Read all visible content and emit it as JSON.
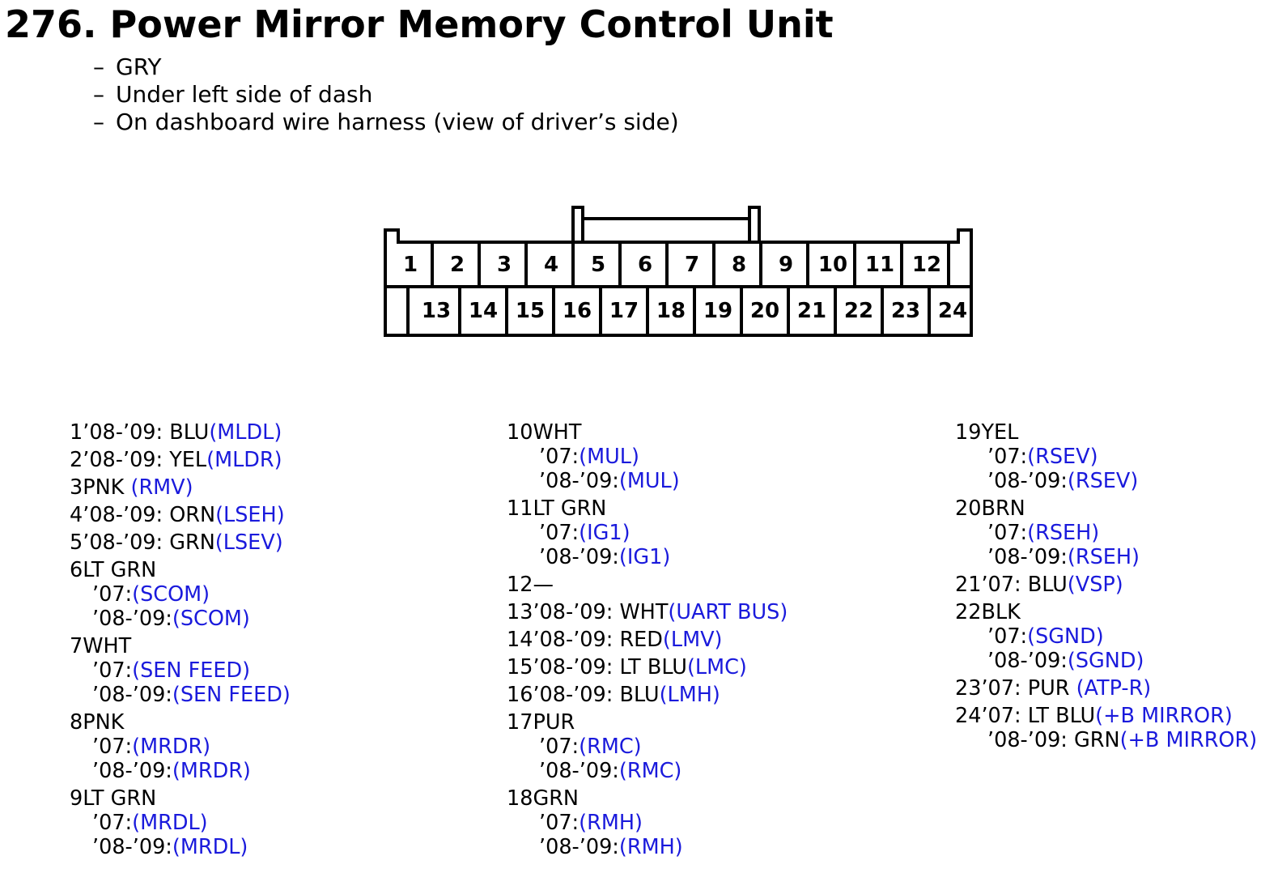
{
  "title": "276. Power Mirror Memory Control Unit",
  "notes": [
    "GRY",
    "Under left side of dash",
    "On dashboard wire harness (view of driver’s side)"
  ],
  "note_dash": "–",
  "connector": {
    "pins_top": [
      "1",
      "2",
      "3",
      "4",
      "5",
      "6",
      "7",
      "8",
      "9",
      "10",
      "11",
      "12"
    ],
    "pins_bottom": [
      "13",
      "14",
      "15",
      "16",
      "17",
      "18",
      "19",
      "20",
      "21",
      "22",
      "23",
      "24"
    ]
  },
  "columns": [
    [
      {
        "lines": [
          {
            "text": "1’08-’09: BLU",
            "signal": "(MLDL)"
          }
        ]
      },
      {
        "lines": [
          {
            "text": "2’08-’09: YEL",
            "signal": "(MLDR)"
          }
        ]
      },
      {
        "lines": [
          {
            "text": "3PNK ",
            "signal": "(RMV)"
          }
        ]
      },
      {
        "lines": [
          {
            "text": "4’08-’09: ORN",
            "signal": "(LSEH)"
          }
        ]
      },
      {
        "lines": [
          {
            "text": "5’08-’09: GRN",
            "signal": "(LSEV)"
          }
        ]
      },
      {
        "lines": [
          {
            "text": "6LT GRN",
            "signal": ""
          },
          {
            "text": "’07:",
            "signal": "(SCOM)",
            "sub": true
          },
          {
            "text": "’08-’09:",
            "signal": "(SCOM)",
            "sub": true
          }
        ]
      },
      {
        "lines": [
          {
            "text": "7WHT",
            "signal": ""
          },
          {
            "text": "’07:",
            "signal": "(SEN FEED)",
            "sub": true
          },
          {
            "text": "’08-’09:",
            "signal": "(SEN FEED)",
            "sub": true
          }
        ]
      },
      {
        "lines": [
          {
            "text": "8PNK",
            "signal": ""
          },
          {
            "text": "’07:",
            "signal": "(MRDR)",
            "sub": true
          },
          {
            "text": "’08-’09:",
            "signal": "(MRDR)",
            "sub": true
          }
        ]
      },
      {
        "lines": [
          {
            "text": "9LT GRN",
            "signal": ""
          },
          {
            "text": "’07:",
            "signal": "(MRDL)",
            "sub": true
          },
          {
            "text": "’08-’09:",
            "signal": "(MRDL)",
            "sub": true
          }
        ]
      }
    ],
    [
      {
        "lines": [
          {
            "text": "10WHT",
            "signal": ""
          },
          {
            "text": "’07:",
            "signal": "(MUL)",
            "sub": true
          },
          {
            "text": "’08-’09:",
            "signal": "(MUL)",
            "sub": true
          }
        ]
      },
      {
        "lines": [
          {
            "text": "11LT GRN",
            "signal": ""
          },
          {
            "text": "’07:",
            "signal": "(IG1)",
            "sub": true
          },
          {
            "text": "’08-’09:",
            "signal": "(IG1)",
            "sub": true
          }
        ]
      },
      {
        "lines": [
          {
            "text": "12—",
            "signal": ""
          }
        ]
      },
      {
        "lines": [
          {
            "text": "13’08-’09: WHT",
            "signal": "(UART BUS)"
          }
        ]
      },
      {
        "lines": [
          {
            "text": "14’08-’09: RED",
            "signal": "(LMV)"
          }
        ]
      },
      {
        "lines": [
          {
            "text": "15’08-’09: LT BLU",
            "signal": "(LMC)"
          }
        ]
      },
      {
        "lines": [
          {
            "text": "16’08-’09: BLU",
            "signal": "(LMH)"
          }
        ]
      },
      {
        "lines": [
          {
            "text": "17PUR",
            "signal": ""
          },
          {
            "text": "’07:",
            "signal": "(RMC)",
            "sub": true
          },
          {
            "text": "’08-’09:",
            "signal": "(RMC)",
            "sub": true
          }
        ]
      },
      {
        "lines": [
          {
            "text": "18GRN",
            "signal": ""
          },
          {
            "text": "’07:",
            "signal": "(RMH)",
            "sub": true
          },
          {
            "text": "’08-’09:",
            "signal": "(RMH)",
            "sub": true
          }
        ]
      }
    ],
    [
      {
        "lines": [
          {
            "text": "19YEL",
            "signal": ""
          },
          {
            "text": "’07:",
            "signal": "(RSEV)",
            "sub": true
          },
          {
            "text": "’08-’09:",
            "signal": "(RSEV)",
            "sub": true
          }
        ]
      },
      {
        "lines": [
          {
            "text": "20BRN",
            "signal": ""
          },
          {
            "text": "’07:",
            "signal": "(RSEH)",
            "sub": true
          },
          {
            "text": "’08-’09:",
            "signal": "(RSEH)",
            "sub": true
          }
        ]
      },
      {
        "lines": [
          {
            "text": "21’07: BLU",
            "signal": "(VSP)"
          }
        ]
      },
      {
        "lines": [
          {
            "text": "22BLK",
            "signal": ""
          },
          {
            "text": "’07:",
            "signal": "(SGND)",
            "sub": true
          },
          {
            "text": "’08-’09:",
            "signal": "(SGND)",
            "sub": true
          }
        ]
      },
      {
        "lines": [
          {
            "text": "23’07: PUR ",
            "signal": "(ATP-R)"
          }
        ]
      },
      {
        "lines": [
          {
            "text": "24’07: LT BLU",
            "signal": "(+B MIRROR)"
          },
          {
            "text": "’08-’09: GRN",
            "signal": "(+B MIRROR)",
            "sub": true
          }
        ]
      }
    ]
  ]
}
